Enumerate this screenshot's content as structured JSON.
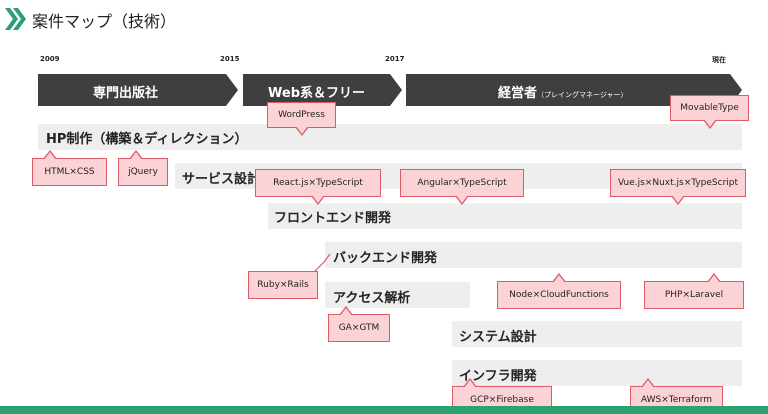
{
  "title": "案件マップ（技術）",
  "colors": {
    "accent": "#2ba071",
    "phase_bar": "#3f3f3f",
    "track_bg": "#eeeeee",
    "callout_fill": "#fbd3d7",
    "callout_border": "#dd5a67"
  },
  "years": [
    "2009",
    "2015",
    "2017",
    "現在"
  ],
  "phases": [
    {
      "label": "専門出版社",
      "sub": ""
    },
    {
      "label": "Web系＆フリー",
      "sub": ""
    },
    {
      "label": "経営者",
      "sub": "（プレイングマネージャー）"
    }
  ],
  "tracks": [
    "HP制作（構築＆ディレクション）",
    "サービス設計",
    "フロントエンド開発",
    "バックエンド開発",
    "アクセス解析",
    "システム設計",
    "インフラ開発"
  ],
  "callouts": [
    "WordPress",
    "MovableType",
    "HTML×CSS",
    "jQuery",
    "React.js×TypeScript",
    "Angular×TypeScript",
    "Vue.js×Nuxt.js×TypeScript",
    "Ruby×Rails",
    "Node×CloudFunctions",
    "PHP×Laravel",
    "GA×GTM",
    "GCP×Firebase",
    "AWS×Terraform"
  ]
}
